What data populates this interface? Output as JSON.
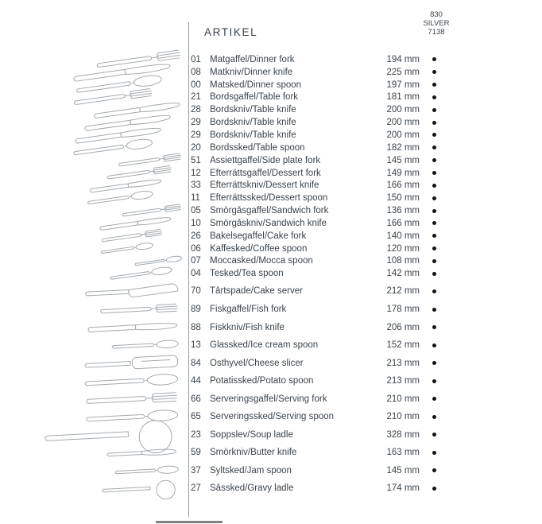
{
  "page": {
    "artikel_header": "ARTIKEL",
    "series_header": {
      "line1": "830",
      "line2": "SILVER",
      "line3": "7138"
    }
  },
  "table": {
    "sections": [
      {
        "name": "place-settings",
        "rows": [
          {
            "code": "01",
            "name": "Matgaffel/Dinner fork",
            "size": "194 mm",
            "dot": true,
            "icon": "fork"
          },
          {
            "code": "08",
            "name": "Matkniv/Dinner knife",
            "size": "225 mm",
            "dot": true,
            "icon": "knife"
          },
          {
            "code": "00",
            "name": "Matsked/Dinner spoon",
            "size": "197 mm",
            "dot": true,
            "icon": "spoon"
          },
          {
            "code": "21",
            "name": "Bordsgaffel/Table fork",
            "size": "181 mm",
            "dot": true,
            "icon": "fork"
          },
          {
            "code": "28",
            "name": "Bordskniv/Table knife",
            "size": "200 mm",
            "dot": true,
            "icon": "knife"
          },
          {
            "code": "29",
            "name": "Bordskniv/Table knife",
            "size": "200 mm",
            "dot": true,
            "icon": "knife"
          },
          {
            "code": "29",
            "name": "Bordskniv/Table knife",
            "size": "200 mm",
            "dot": true,
            "icon": "knife"
          },
          {
            "code": "20",
            "name": "Bordssked/Table spoon",
            "size": "182 mm",
            "dot": true,
            "icon": "spoon"
          },
          {
            "code": "51",
            "name": "Assiettgaffel/Side plate fork",
            "size": "145 mm",
            "dot": true,
            "icon": "fork"
          },
          {
            "code": "12",
            "name": "Efterrättsgaffel/Dessert fork",
            "size": "149 mm",
            "dot": true,
            "icon": "fork"
          },
          {
            "code": "33",
            "name": "Efterrättskniv/Dessert knife",
            "size": "166 mm",
            "dot": true,
            "icon": "knife"
          },
          {
            "code": "11",
            "name": "Efterrättssked/Dessert spoon",
            "size": "150 mm",
            "dot": true,
            "icon": "spoon"
          },
          {
            "code": "05",
            "name": "Smörgåsgaffel/Sandwich fork",
            "size": "136 mm",
            "dot": true,
            "icon": "fork"
          },
          {
            "code": "10",
            "name": "Smörgåskniv/Sandwich knife",
            "size": "166 mm",
            "dot": true,
            "icon": "knife"
          },
          {
            "code": "26",
            "name": "Bakelsegaffel/Cake fork",
            "size": "140 mm",
            "dot": true,
            "icon": "fork"
          },
          {
            "code": "06",
            "name": "Kaffesked/Coffee spoon",
            "size": "120 mm",
            "dot": true,
            "icon": "spoon"
          },
          {
            "code": "07",
            "name": "Moccasked/Mocca spoon",
            "size": "108 mm",
            "dot": true,
            "icon": "spoon"
          },
          {
            "code": "04",
            "name": "Tesked/Tea spoon",
            "size": "142 mm",
            "dot": true,
            "icon": "spoon"
          }
        ]
      },
      {
        "name": "serving-pieces",
        "rows": [
          {
            "code": "70",
            "name": "Tårtspade/Cake server",
            "size": "212 mm",
            "dot": true,
            "icon": "server"
          },
          {
            "code": "89",
            "name": "Fiskgaffel/Fish fork",
            "size": "178 mm",
            "dot": true,
            "icon": "fork"
          },
          {
            "code": "88",
            "name": "Fiskkniv/Fish knife",
            "size": "206 mm",
            "dot": true,
            "icon": "knife"
          },
          {
            "code": "13",
            "name": "Glassked/Ice cream spoon",
            "size": "152 mm",
            "dot": true,
            "icon": "spoon"
          },
          {
            "code": "84",
            "name": "Osthyvel/Cheese slicer",
            "size": "213 mm",
            "dot": true,
            "icon": "slicer"
          },
          {
            "code": "44",
            "name": "Potatissked/Potato spoon",
            "size": "213 mm",
            "dot": true,
            "icon": "spoon"
          },
          {
            "code": "66",
            "name": "Serveringsgaffel/Serving fork",
            "size": "210 mm",
            "dot": true,
            "icon": "fork"
          },
          {
            "code": "65",
            "name": "Serveringssked/Serving spoon",
            "size": "210 mm",
            "dot": true,
            "icon": "spoon"
          },
          {
            "code": "23",
            "name": "Soppslev/Soup ladle",
            "size": "328 mm",
            "dot": true,
            "icon": "ladle"
          },
          {
            "code": "59",
            "name": "Smörkniv/Butter knife",
            "size": "163 mm",
            "dot": true,
            "icon": "butter"
          },
          {
            "code": "37",
            "name": "Syltsked/Jam spoon",
            "size": "145 mm",
            "dot": true,
            "icon": "spoon"
          },
          {
            "code": "27",
            "name": "Såssked/Gravy ladle",
            "size": "174 mm",
            "dot": true,
            "icon": "ladle"
          }
        ]
      }
    ]
  },
  "colors": {
    "text": "#3a434c",
    "line": "#9099a0",
    "drawing": "#a4aab0",
    "dot": "#141414"
  }
}
